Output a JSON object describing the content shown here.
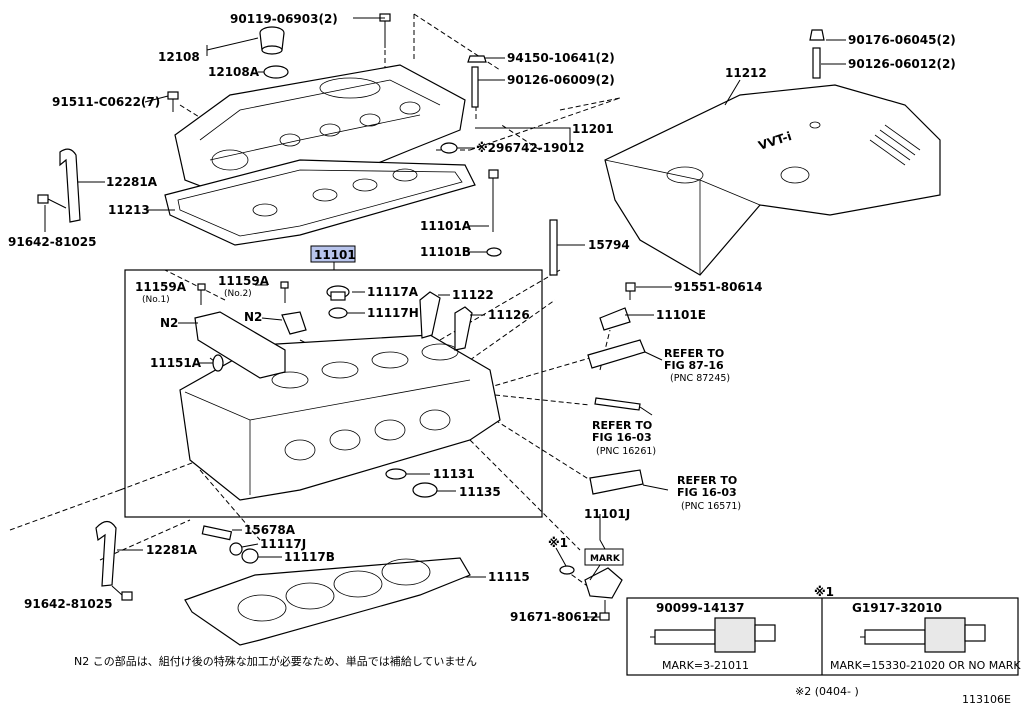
{
  "diagram_id": "113106E",
  "highlighted_part": "11101",
  "part_labels": {
    "p90119_06903": "90119-06903(2)",
    "p12108": "12108",
    "p12108A": "12108A",
    "p91511_C0622": "91511-C0622(7)",
    "p94150_10641": "94150-10641(2)",
    "p90126_06009": "90126-06009(2)",
    "p11201": "11201",
    "p296742_19012": "※296742-19012",
    "p12281A_top": "12281A",
    "p11213": "11213",
    "p91642_81025_top": "91642-81025",
    "p11101A": "11101A",
    "p11101B": "11101B",
    "p15794": "15794",
    "p11212": "11212",
    "p90176_06045": "90176-06045(2)",
    "p90126_06012": "90126-06012(2)",
    "p91551_80614": "91551-80614",
    "p11101E": "11101E",
    "p11159A_1": "11159A",
    "p11159A_1_sub": "(No.1)",
    "p11159A_2": "11159A",
    "p11159A_2_sub": "(No.2)",
    "p11117A": "11117A",
    "p11117H": "11117H",
    "p11122": "11122",
    "p11126": "11126",
    "pN2_a": "N2",
    "pN2_b": "N2",
    "p11151A": "11151A",
    "p11131": "11131",
    "p11135": "11135",
    "p11101J": "11101J",
    "p12281A_bot": "12281A",
    "p91642_81025_bot": "91642-81025",
    "p15678A": "15678A",
    "p11117J": "11117J",
    "p11117B": "11117B",
    "p11115": "11115",
    "p91671_80612": "91671-80612",
    "mark_badge": "MARK",
    "note1_marker": "※1",
    "vvt_text": "VVT-i"
  },
  "references": [
    {
      "line1": "REFER TO",
      "line2": "FIG 87-16",
      "pnc": "(PNC 87245)"
    },
    {
      "line1": "REFER TO",
      "line2": "FIG 16-03",
      "pnc": "(PNC 16261)"
    },
    {
      "line1": "REFER TO",
      "line2": "FIG 16-03",
      "pnc": "(PNC 16571)"
    }
  ],
  "inset": {
    "marker": "※1",
    "left_part": "90099-14137",
    "left_mark": "MARK=3-21011",
    "right_part": "G1917-32010",
    "right_mark": "MARK=15330-21020 OR NO MARK"
  },
  "footnote_n2": "N2  この部品は、組付け後の特殊な加工が必要なため、単品では補給していません",
  "footnote_2": "※2 (0404-     )"
}
